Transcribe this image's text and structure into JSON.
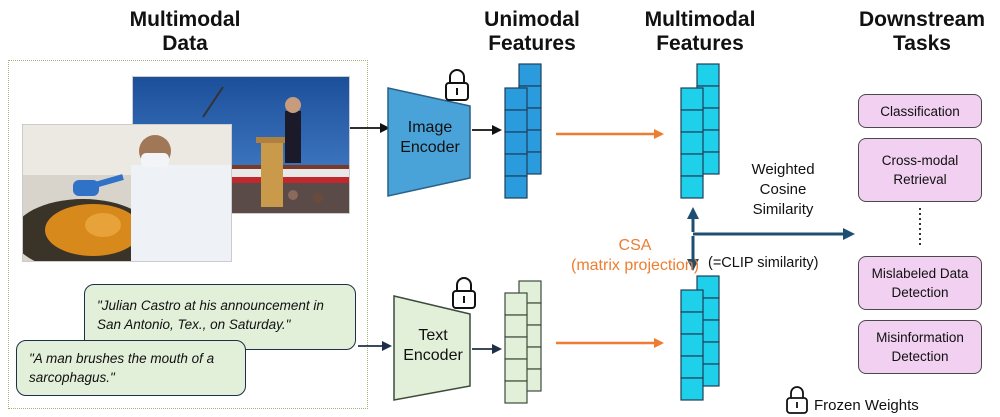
{
  "headers": {
    "multimodal_data": "Multimodal Data",
    "unimodal_features": "Unimodal Features",
    "multimodal_features": "Multimodal Features",
    "downstream_tasks": "Downstream Tasks"
  },
  "quotes": {
    "top": "\"Julian Castro at his announcement in San Antonio, Tex., on Saturday.\"",
    "bottom": "\"A man brushes the mouth of a sarcophagus.\""
  },
  "encoders": {
    "image": "Image Encoder",
    "text": "Text Encoder"
  },
  "csa": {
    "line1": "CSA",
    "line2": "(matrix projection)"
  },
  "similarity": {
    "weighted": "Weighted Cosine Similarity",
    "clip": "(=CLIP similarity)"
  },
  "tasks": [
    "Classification",
    "Cross-modal Retrieval",
    "Mislabeled Data Detection",
    "Misinformation Detection"
  ],
  "legend": {
    "frozen": "Frozen Weights"
  },
  "colors": {
    "image_encoder": "#4aa3d8",
    "text_encoder": "#e2efd9",
    "unimodal_cell": "#2a9bdc",
    "multimodal_cell": "#1fd0ea",
    "text_cell": "#e2efd9",
    "task_box": "#f1d0f1",
    "csa_arrow": "#ed7d31",
    "dark_arrow": "#1e4f73"
  }
}
